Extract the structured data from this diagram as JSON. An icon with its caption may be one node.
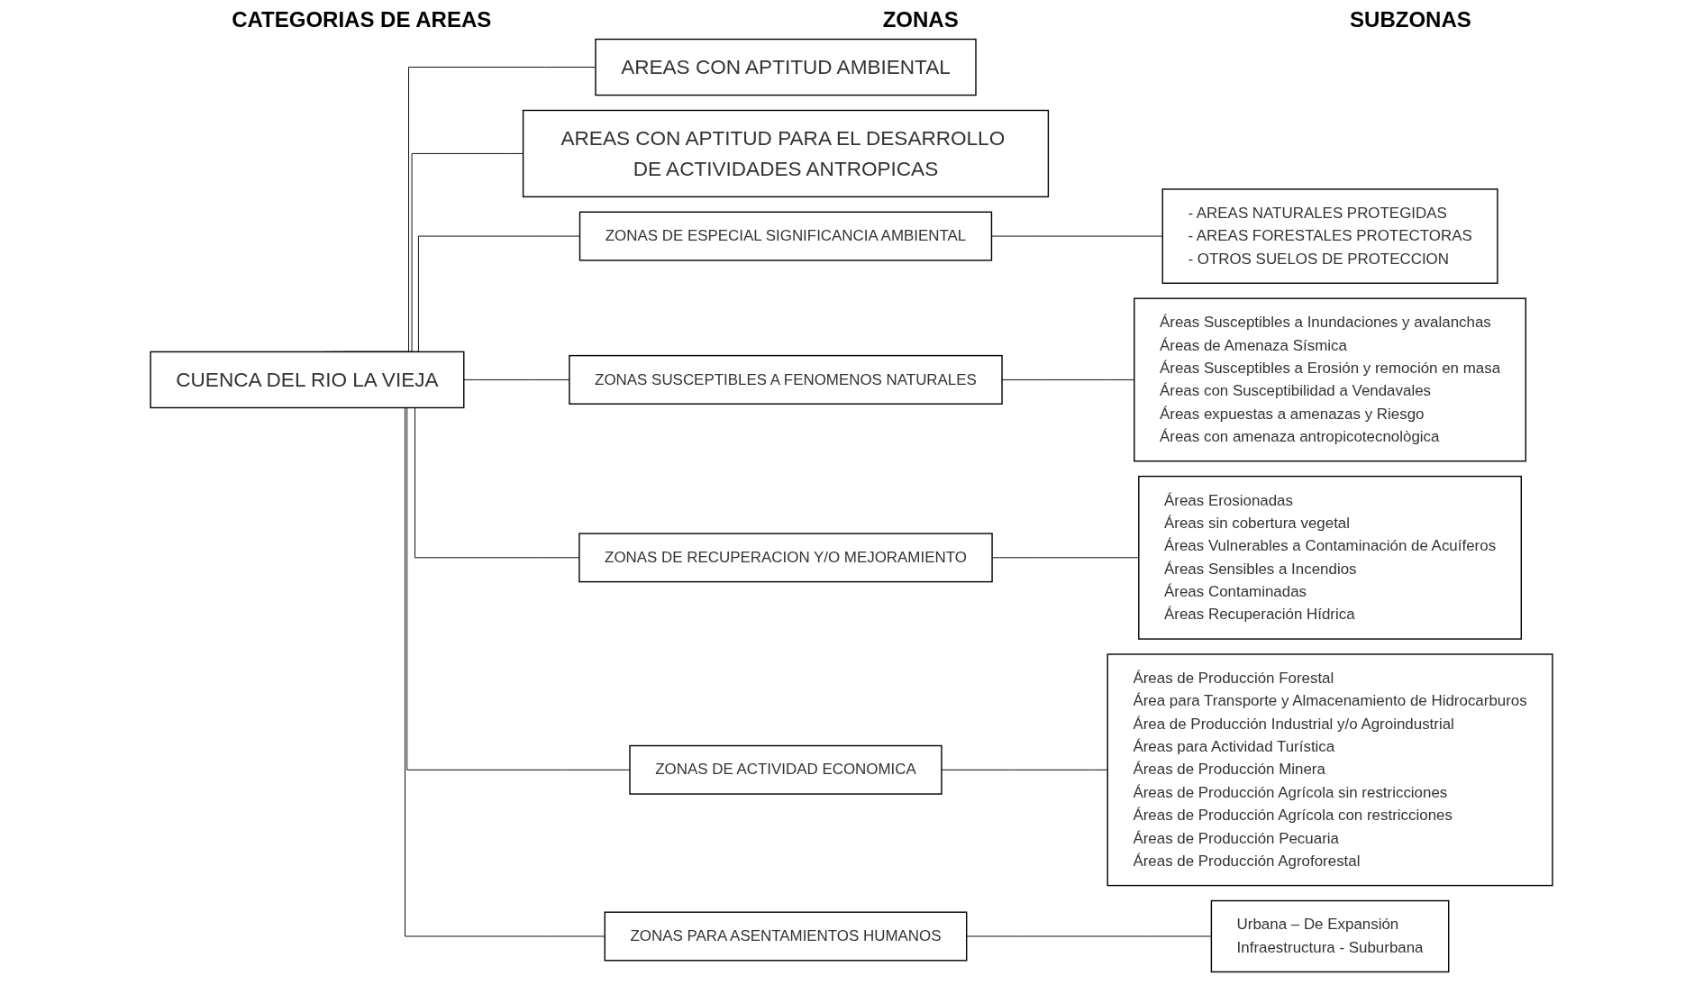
{
  "diagram": {
    "nodes": [
      {
        "text": [
          "CUENCA DEL RIO LA VIEJA"
        ]
      },
      {
        "text": [
          "AREAS CON APTITUD AMBIENTAL"
        ]
      },
      {
        "text": [
          "AREAS CON APTITUD PARA EL DESARROLLO DE ACTIVIDADES ANTROPICAS"
        ]
      },
      {
        "text": [
          "ZONAS DE ESPECIAL SIGNIFICANCIA AMBIENTAL"
        ]
      },
      {
        "text": [
          "- AREAS NATURALES PROTEGIDAS",
          "- AREAS FORESTALES PROTECTORAS",
          "- OTROS SUELOS DE PROTECCION"
        ]
      },
      {
        "text": [
          "ZONAS SUSCEPTIBLES A FENOMENOS NATURALES"
        ]
      },
      {
        "text": [
          "Áreas Susceptibles a Inundaciones y avalanchas",
          "Áreas de Amenaza Sísmica",
          "Áreas Susceptibles a Erosión y remoción en masa",
          "Áreas con Susceptibilidad a Vendavales",
          "Áreas expuestas a amenazas y Riesgo",
          "Áreas con amenaza antropicotecnològica"
        ]
      },
      {
        "text": [
          "ZONAS DE RECUPERACION Y/O MEJORAMIENTO"
        ]
      },
      {
        "text": [
          "Áreas Erosionadas",
          "Áreas sin cobertura vegetal",
          "Áreas Vulnerables a Contaminación de Acuíferos",
          "Áreas Sensibles a Incendios",
          "Áreas Contaminadas",
          "Áreas Recuperación Hídrica"
        ]
      },
      {
        "text": [
          "ZONAS DE ACTIVIDAD ECONOMICA"
        ]
      },
      {
        "text": [
          "Áreas de Producción Forestal",
          "Área para Transporte y Almacenamiento de Hidrocarburos",
          "Área de Producción Industrial y/o Agroindustrial",
          "Áreas para Actividad Turística",
          "Áreas de Producción Minera",
          "Áreas de Producción Agrícola sin restricciones",
          "Áreas de Producción Agrícola con restricciones",
          "Áreas de Producción Pecuaria",
          "Áreas de Producción Agroforestal"
        ]
      },
      {
        "text": [
          "ZONAS PARA ASENTAMIENTOS HUMANOS"
        ]
      },
      {
        "text": [
          "Urbana – De Expansión",
          "Infraestructura - Suburbana"
        ]
      }
    ],
    "edges": [
      {
        "from": 0,
        "to": 1,
        "arrow": "none"
      },
      {
        "from": 0,
        "to": 2,
        "arrow": "none"
      },
      {
        "from": 0,
        "to": 3,
        "arrow": "none"
      },
      {
        "from": 0,
        "to": 5,
        "arrow": "none"
      },
      {
        "from": 0,
        "to": 7,
        "arrow": "none"
      },
      {
        "from": 0,
        "to": 9,
        "arrow": "none"
      },
      {
        "from": 0,
        "to": 11,
        "arrow": "none"
      },
      {
        "from": 3,
        "to": 4,
        "arrow": "none"
      },
      {
        "from": 5,
        "to": 6,
        "arrow": "none"
      },
      {
        "from": 7,
        "to": 8,
        "arrow": "none"
      },
      {
        "from": 9,
        "to": 10,
        "arrow": "none"
      },
      {
        "from": 11,
        "to": 12,
        "arrow": "none"
      }
    ],
    "labels": [
      "CATEGORIAS DE AREAS",
      "ZONAS",
      "SUBZONAS"
    ]
  }
}
